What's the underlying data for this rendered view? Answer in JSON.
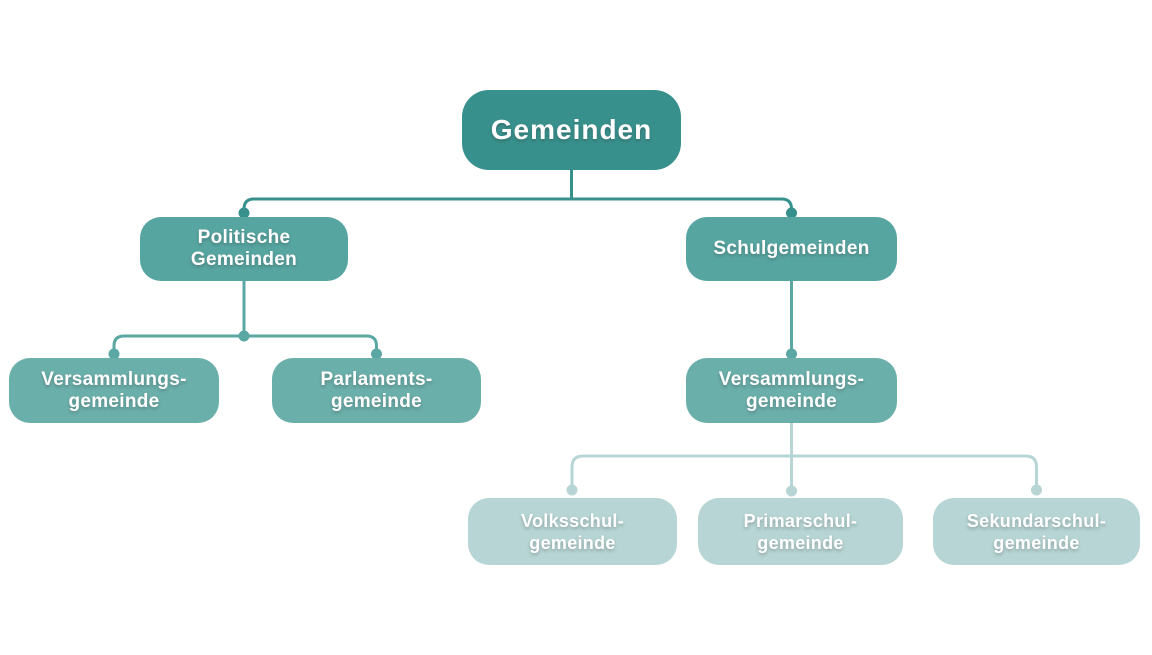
{
  "diagram": {
    "background": "#ffffff",
    "palette": {
      "level1": "#38908c",
      "level2": "#57a5a1",
      "level3": "#6bafab",
      "level4": "#b7d5d4",
      "connector_dark": "#38908c",
      "connector_medium": "#5aa7a3",
      "connector_light": "#b7d5d4",
      "text": "#ffffff"
    },
    "tree": {
      "label": "Gemeinden",
      "children": [
        {
          "lines": [
            "Politische",
            "Gemeinden"
          ],
          "children": [
            {
              "lines": [
                "Versammlungs-",
                "gemeinde"
              ]
            },
            {
              "lines": [
                "Parlaments-",
                "gemeinde"
              ]
            }
          ]
        },
        {
          "lines": [
            "Schulgemeinden"
          ],
          "children": [
            {
              "lines": [
                "Versammlungs-",
                "gemeinde"
              ],
              "children": [
                {
                  "lines": [
                    "Volksschul-",
                    "gemeinde"
                  ]
                },
                {
                  "lines": [
                    "Primarschul-",
                    "gemeinde"
                  ]
                },
                {
                  "lines": [
                    "Sekundarschul-",
                    "gemeinde"
                  ]
                }
              ]
            }
          ]
        }
      ]
    }
  }
}
